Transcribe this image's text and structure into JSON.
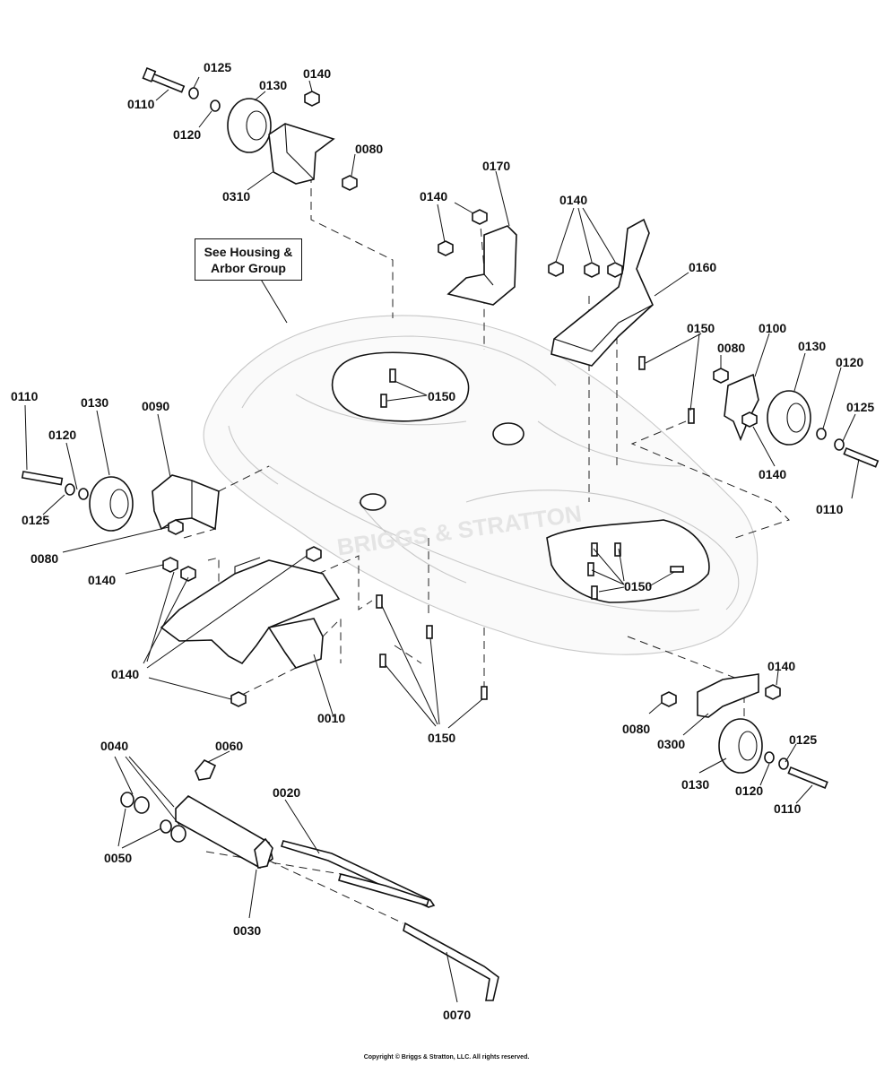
{
  "note": "See Housing &\nArbor Group",
  "watermark": "BRIGGS & STRATTON",
  "copyright": "Copyright © Briggs & Stratton, LLC. All rights reserved.",
  "labels": {
    "l0125_a": "0125",
    "l0140_a": "0140",
    "l0110_a": "0110",
    "l0130_a": "0130",
    "l0120_a": "0120",
    "l0080_a": "0080",
    "l0310": "0310",
    "l0170": "0170",
    "l0140_b": "0140",
    "l0140_c": "0140",
    "l0160": "0160",
    "l0150_a": "0150",
    "l0100": "0100",
    "l0080_b": "0080",
    "l0130_b": "0130",
    "l0120_b": "0120",
    "l0125_b": "0125",
    "l0150_b": "0150",
    "l0140_d": "0140",
    "l0110_b": "0110",
    "l0110_c": "0110",
    "l0130_c": "0130",
    "l0090": "0090",
    "l0120_c": "0120",
    "l0125_c": "0125",
    "l0080_c": "0080",
    "l0140_e": "0140",
    "l0150_c": "0150",
    "l0140_f": "0140",
    "l0010": "0010",
    "l0150_d": "0150",
    "l0140_g": "0140",
    "l0080_d": "0080",
    "l0300": "0300",
    "l0125_d": "0125",
    "l0130_d": "0130",
    "l0120_d": "0120",
    "l0110_d": "0110",
    "l0040": "0040",
    "l0060": "0060",
    "l0020": "0020",
    "l0050": "0050",
    "l0030": "0030",
    "l0070": "0070"
  }
}
